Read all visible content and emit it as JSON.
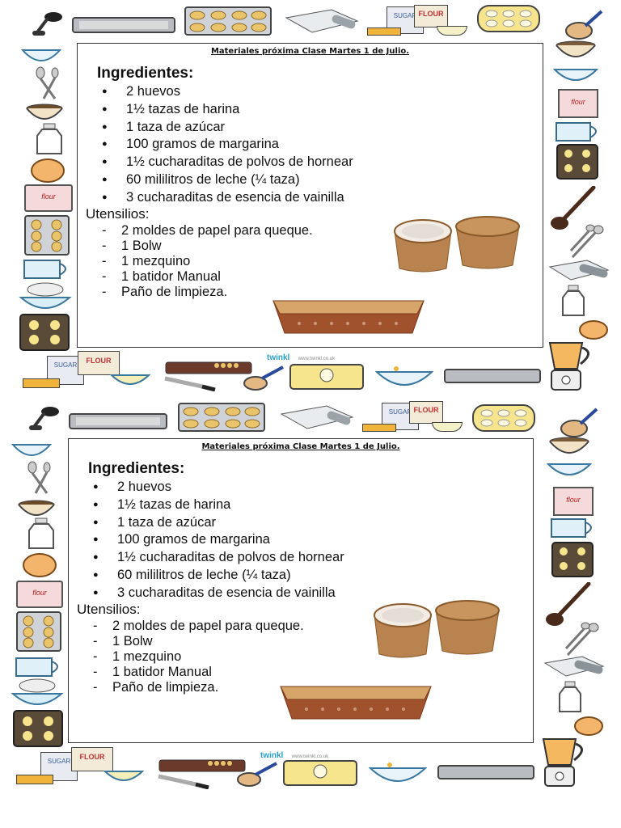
{
  "sheets": [
    {
      "title": "Materiales próxima Clase Martes 1 de Julio.",
      "ingredients_heading": "Ingredientes:",
      "ingredients": [
        "2 huevos",
        "1½ tazas de harina",
        "1 taza de azúcar",
        "100 gramos de margarina",
        "1½ cucharaditas de polvos de hornear",
        "60 mililitros de leche (¼ taza)",
        "3 cucharaditas de esencia de vainilla"
      ],
      "utensils_heading": "Utensilios:",
      "utensils": [
        "2 moldes de papel para queque.",
        "1 Bolw",
        "1 mezquino",
        "1 batidor Manual",
        "Paño de limpieza."
      ]
    },
    {
      "title": "Materiales próxima Clase Martes 1 de Julio.",
      "ingredients_heading": "Ingredientes:",
      "ingredients": [
        "2 huevos",
        "1½ tazas de harina",
        "1 taza de azúcar",
        "100 gramos de margarina",
        "1½ cucharaditas de polvos de hornear",
        "60 mililitros de leche (¼ taza)",
        "3 cucharaditas de esencia de vainilla"
      ],
      "utensils_heading": "Utensilios:",
      "utensils": [
        "2 moldes de papel para queque.",
        "1 Bolw",
        "1 mezquino",
        "1 batidor Manual",
        "Paño de limpieza."
      ]
    }
  ],
  "border_labels": {
    "flour": "FLOUR",
    "sugar": "SUGAR",
    "flour_small": "flour",
    "brand": "twinkl",
    "brand_url": "www.twinkl.co.uk"
  },
  "icons": [
    "ladle-icon",
    "baking-tray-icon",
    "cookie-tray-icon",
    "baking-paper-icon",
    "flour-sugar-icon",
    "muffin-tin-icon",
    "whisk-bowl-icon",
    "mixing-bowl-icon",
    "spoons-icon",
    "milk-bottle-icon",
    "egg-icon",
    "flour-bag-icon",
    "measuring-jug-icon",
    "sieve-icon",
    "wooden-spoon-icon",
    "blender-icon",
    "cutting-board-icon",
    "knife-icon"
  ],
  "colors": {
    "border_line": "#333333",
    "text": "#111111",
    "paper_case": "#b8834f"
  }
}
